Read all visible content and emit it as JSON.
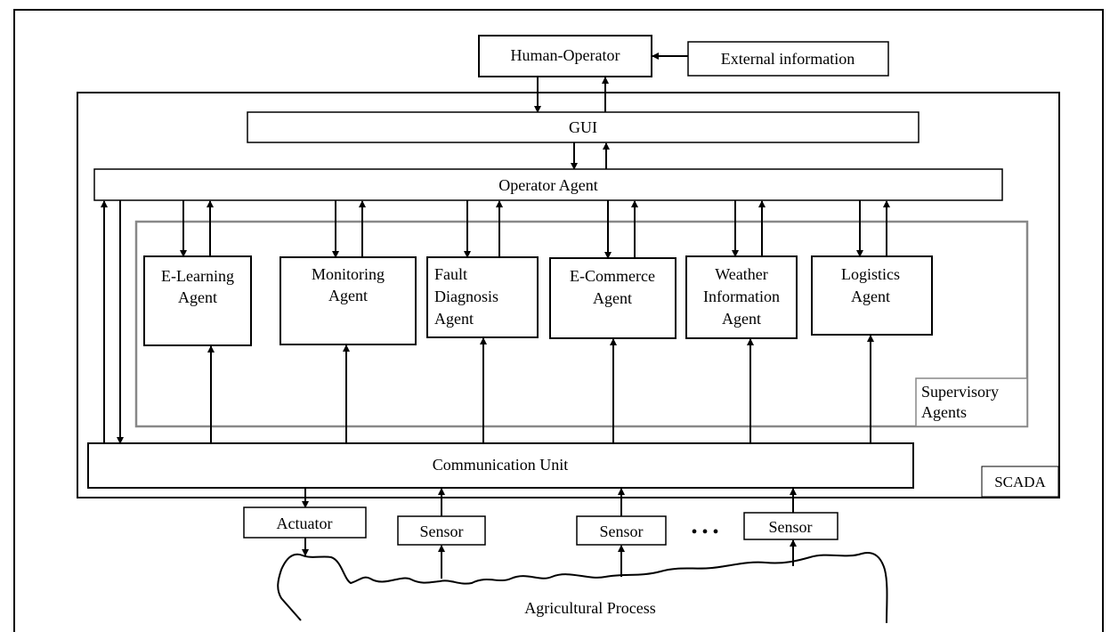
{
  "diagram": {
    "human_operator": "Human-Operator",
    "external_information": "External information",
    "gui": "GUI",
    "operator_agent": "Operator Agent",
    "agents": [
      {
        "id": "elearning",
        "lines": [
          "E-Learning",
          "Agent"
        ]
      },
      {
        "id": "monitoring",
        "lines": [
          "Monitoring",
          "Agent"
        ]
      },
      {
        "id": "fault-diagnosis",
        "lines": [
          "Fault",
          "Diagnosis",
          "Agent"
        ]
      },
      {
        "id": "ecommerce",
        "lines": [
          "E-Commerce",
          "Agent"
        ]
      },
      {
        "id": "weather-information",
        "lines": [
          "Weather",
          "Information",
          "Agent"
        ]
      },
      {
        "id": "logistics",
        "lines": [
          "Logistics",
          "Agent"
        ]
      }
    ],
    "supervisory_agents": [
      "Supervisory",
      "Agents"
    ],
    "communication_unit": "Communication Unit",
    "scada": "SCADA",
    "actuator": "Actuator",
    "sensors": [
      "Sensor",
      "Sensor",
      "Sensor"
    ],
    "ellipsis": "• • •",
    "agricultural_process": "Agricultural Process"
  }
}
